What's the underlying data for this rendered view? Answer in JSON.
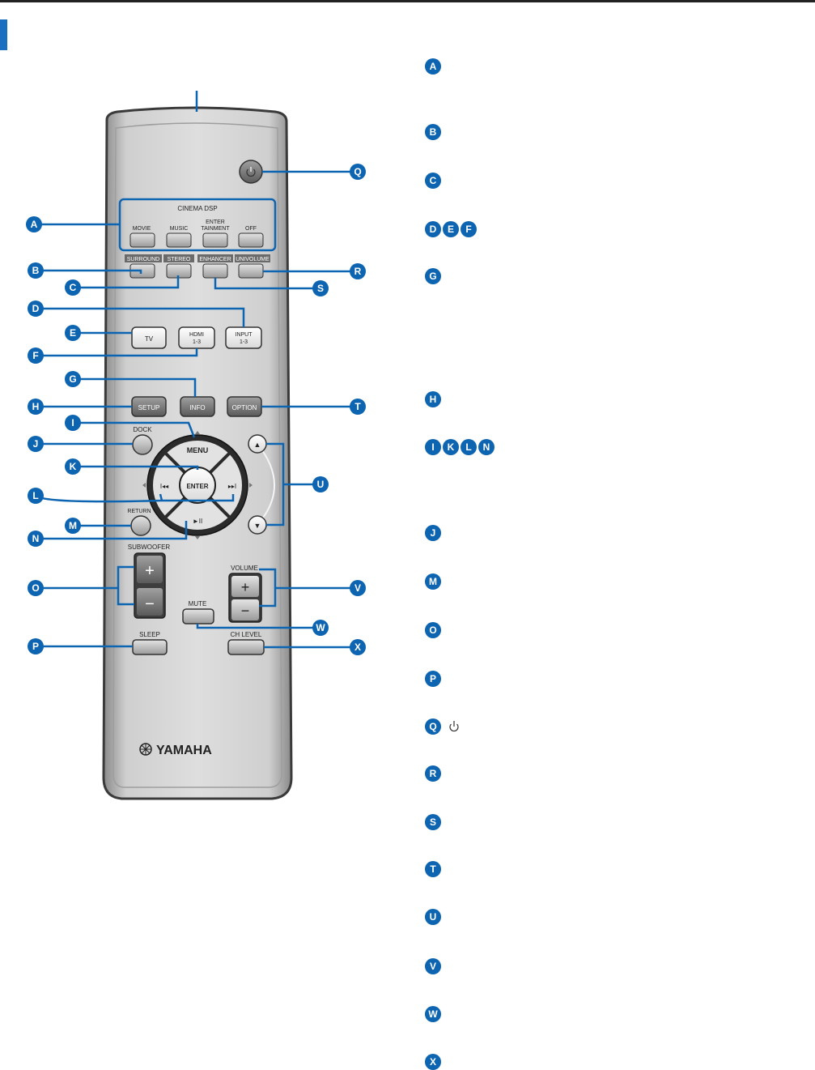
{
  "remote": {
    "labels": {
      "cinema_dsp": "CINEMA DSP",
      "movie": "MOVIE",
      "music": "MUSIC",
      "entertainment_1": "ENTER",
      "entertainment_2": "TAINMENT",
      "off": "OFF",
      "surround": "SURROUND",
      "stereo": "STEREO",
      "enhancer": "ENHANCER",
      "univolume": "UNIVOLUME",
      "tv": "TV",
      "hdmi_1": "HDMI",
      "hdmi_2": "1-3",
      "input_1": "INPUT",
      "input_2": "1-3",
      "setup": "SETUP",
      "info": "INFO",
      "option": "OPTION",
      "dock": "DOCK",
      "menu": "MENU",
      "enter": "ENTER",
      "prev": "I◂◂",
      "next": "▸▸I",
      "play_pause": "►II",
      "return": "RETURN",
      "up": "▲",
      "down": "▼",
      "subwoofer": "SUBWOOFER",
      "volume": "VOLUME",
      "plus": "+",
      "minus": "−",
      "mute": "MUTE",
      "sleep": "SLEEP",
      "ch_level": "CH LEVEL",
      "brand": "YAMAHA"
    },
    "callouts": {
      "A": "A",
      "B": "B",
      "C": "C",
      "D": "D",
      "E": "E",
      "F": "F",
      "G": "G",
      "H": "H",
      "I": "I",
      "J": "J",
      "K": "K",
      "L": "L",
      "M": "M",
      "N": "N",
      "O": "O",
      "P": "P",
      "Q": "Q",
      "R": "R",
      "S": "S",
      "T": "T",
      "U": "U",
      "V": "V",
      "W": "W",
      "X": "X"
    }
  },
  "legend": [
    {
      "letters": [
        "A"
      ]
    },
    {
      "letters": [
        "B"
      ]
    },
    {
      "letters": [
        "C"
      ]
    },
    {
      "letters": [
        "D",
        "E",
        "F"
      ]
    },
    {
      "letters": [
        "G"
      ]
    },
    {
      "letters": [
        "H"
      ]
    },
    {
      "letters": [
        "I",
        "K",
        "L",
        "N"
      ]
    },
    {
      "letters": [
        "J"
      ]
    },
    {
      "letters": [
        "M"
      ]
    },
    {
      "letters": [
        "O"
      ]
    },
    {
      "letters": [
        "P"
      ]
    },
    {
      "letters": [
        "Q"
      ],
      "power_icon": "power-icon"
    },
    {
      "letters": [
        "R"
      ]
    },
    {
      "letters": [
        "S"
      ]
    },
    {
      "letters": [
        "T"
      ]
    },
    {
      "letters": [
        "U"
      ]
    },
    {
      "letters": [
        "V"
      ]
    },
    {
      "letters": [
        "W"
      ]
    },
    {
      "letters": [
        "X"
      ]
    }
  ],
  "colors": {
    "accent": "#0d64b0",
    "remote_body": "#d4d4d4",
    "remote_outline": "#3a3a3a"
  }
}
